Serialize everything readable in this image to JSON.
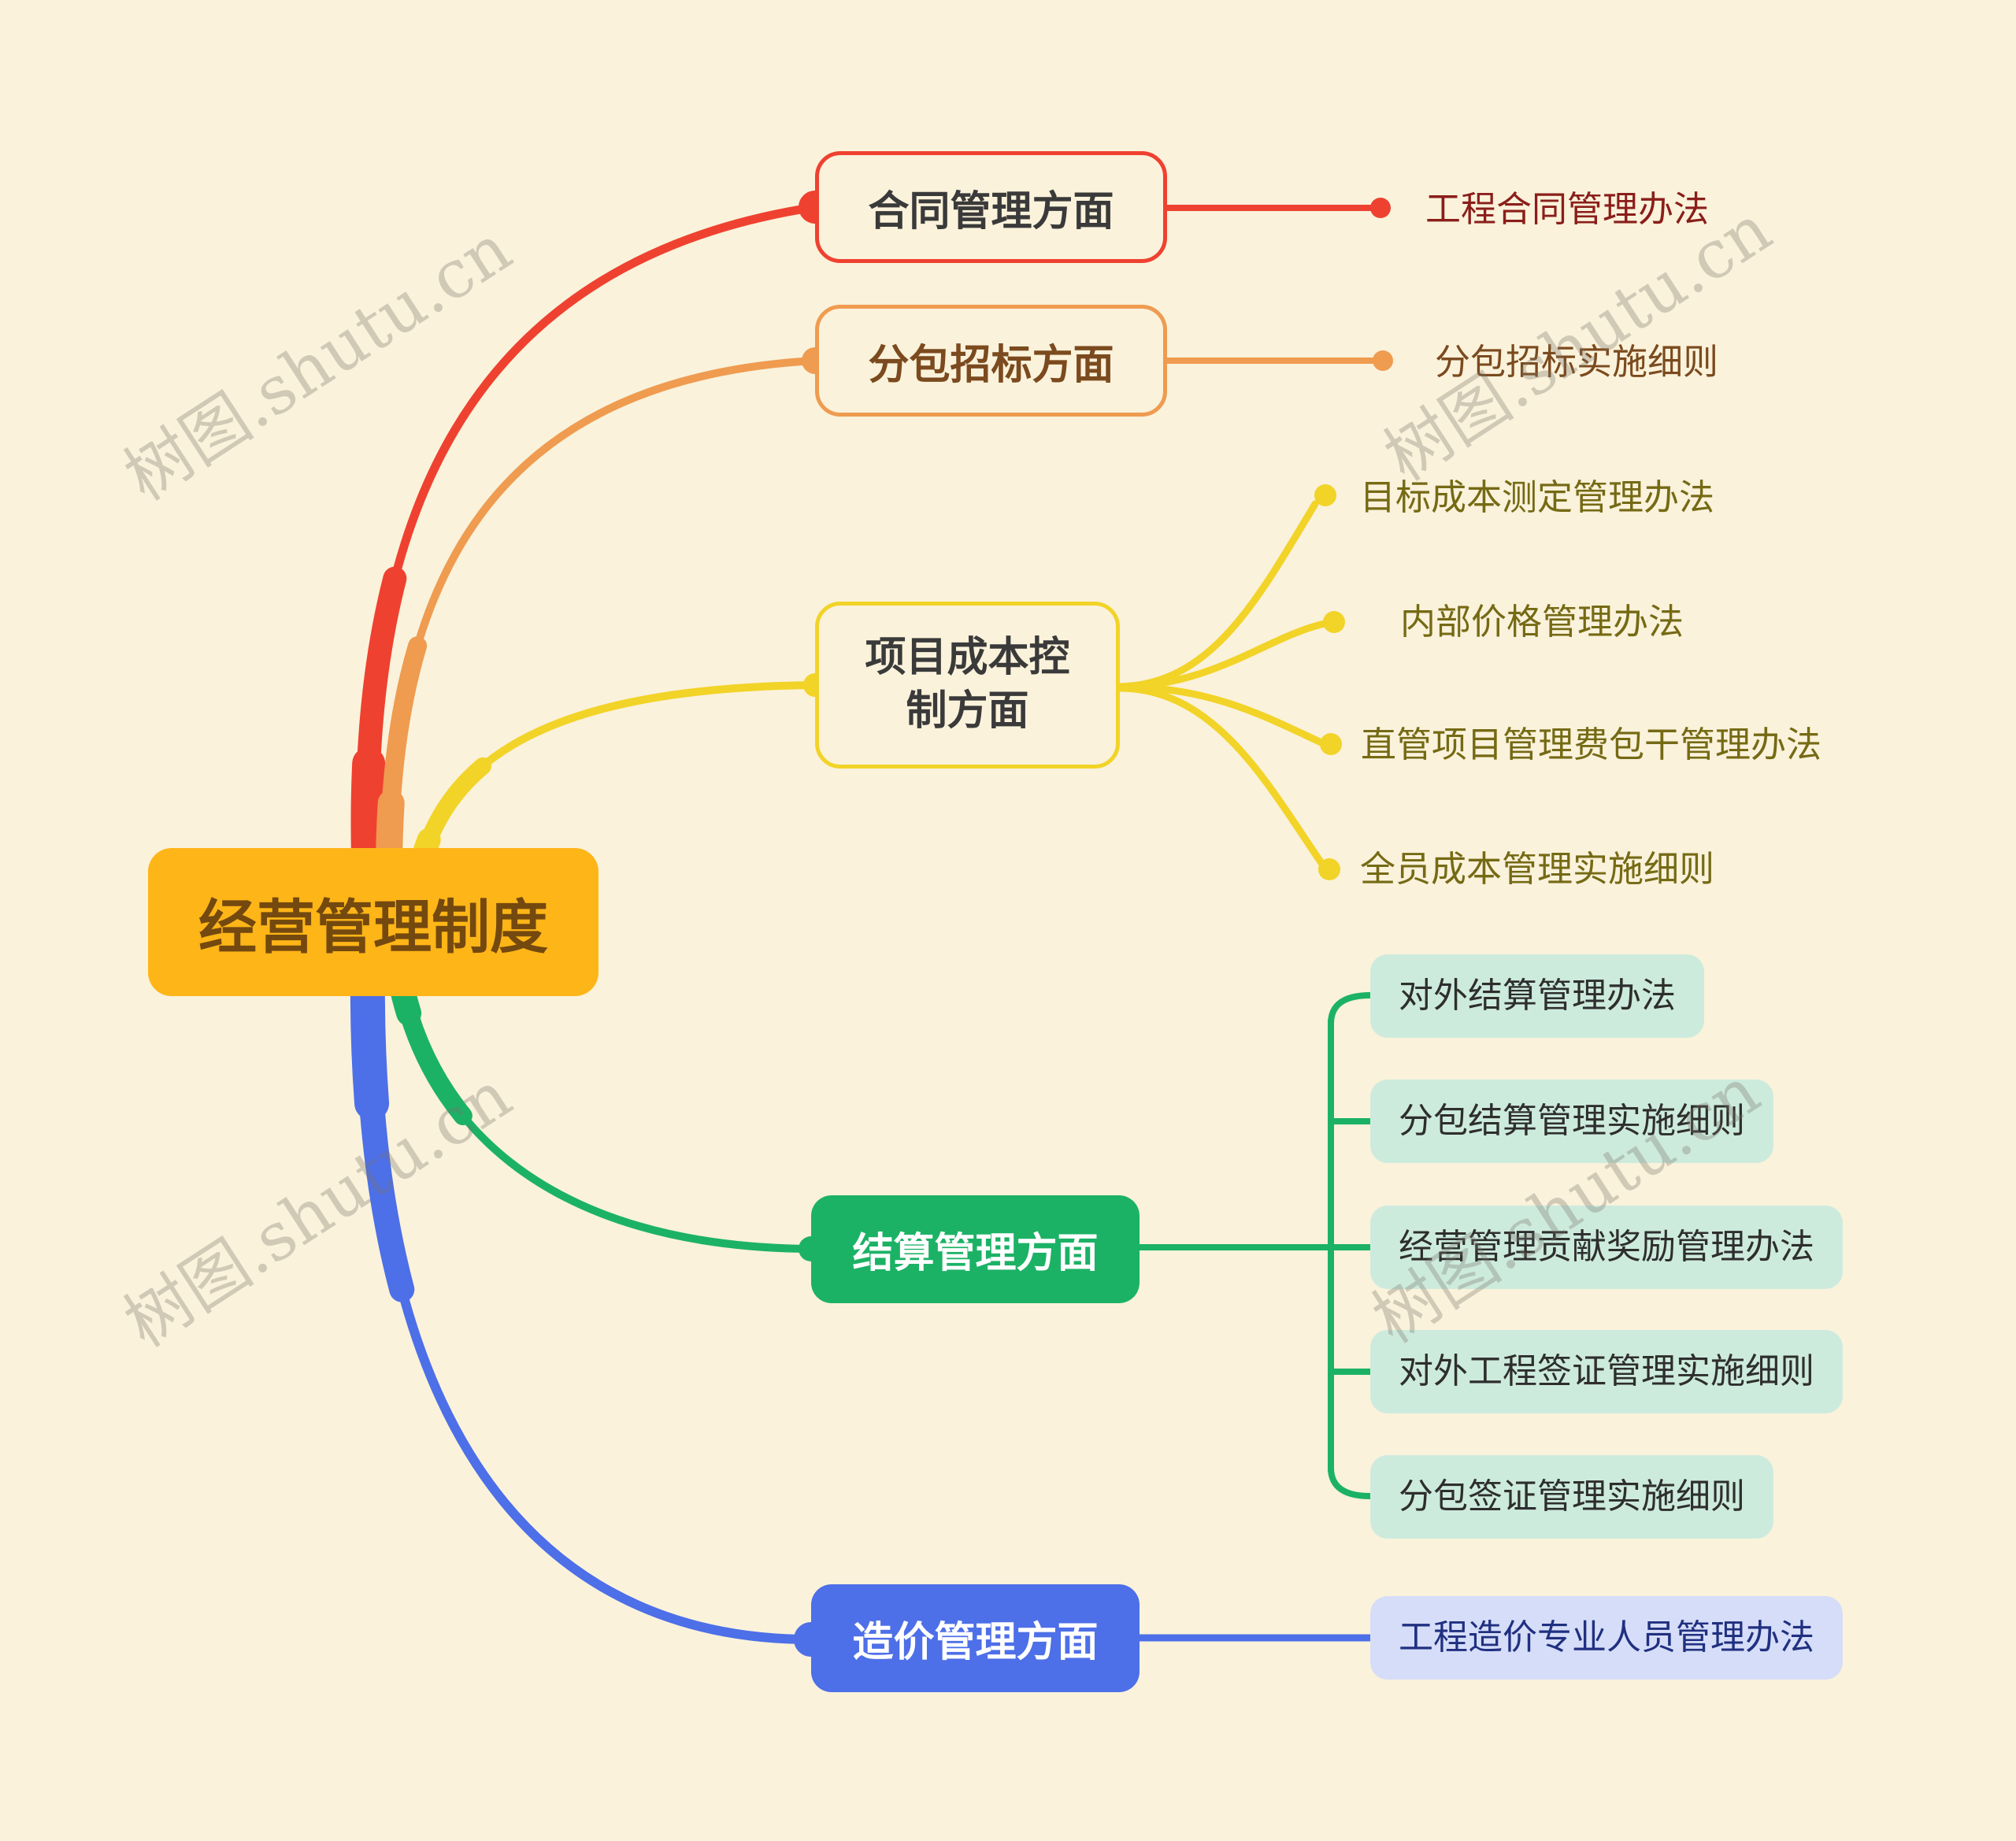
{
  "watermark": {
    "text": "树图.shutu.cn"
  },
  "root": {
    "label": "经营管理制度"
  },
  "branches": [
    {
      "id": "contract",
      "label": "合同管理方面",
      "color": "#EF4130",
      "children": [
        {
          "label": "工程合同管理办法"
        }
      ]
    },
    {
      "id": "subcontract-bidding",
      "label": "分包招标方面",
      "color": "#EF9B50",
      "children": [
        {
          "label": "分包招标实施细则"
        }
      ]
    },
    {
      "id": "project-cost-control",
      "label": "项目成本控制方面",
      "color": "#F2D327",
      "children": [
        {
          "label": "目标成本测定管理办法"
        },
        {
          "label": "内部价格管理办法"
        },
        {
          "label": "直管项目管理费包干管理办法"
        },
        {
          "label": "全员成本管理实施细则"
        }
      ]
    },
    {
      "id": "settlement",
      "label": "结算管理方面",
      "color": "#1CB266",
      "children": [
        {
          "label": "对外结算管理办法"
        },
        {
          "label": "分包结算管理实施细则"
        },
        {
          "label": "经营管理贡献奖励管理办法"
        },
        {
          "label": "对外工程签证管理实施细则"
        },
        {
          "label": "分包签证管理实施细则"
        }
      ]
    },
    {
      "id": "cost-engineering",
      "label": "造价管理方面",
      "color": "#4D6FE8",
      "children": [
        {
          "label": "工程造价专业人员管理办法"
        }
      ]
    }
  ],
  "palette": {
    "background": "#FAF2DB",
    "root_fill": "#FEB517",
    "root_text": "#74490F",
    "contract_red": "#EF4130",
    "bidding_orange": "#EF9B50",
    "cost_yellow": "#F2D327",
    "settlement_green": "#1CB266",
    "pricing_blue": "#4D6FE8",
    "red_leaf_text": "#8A1E1A",
    "orange_leaf_text": "#7B4A1E",
    "yellow_leaf_text": "#756A14",
    "settlement_leaf_bg": "#CDEBDD",
    "pricing_leaf_bg": "#D6DDF8",
    "pricing_leaf_text": "#203080",
    "watermark_gray": "#C9C5BC"
  }
}
